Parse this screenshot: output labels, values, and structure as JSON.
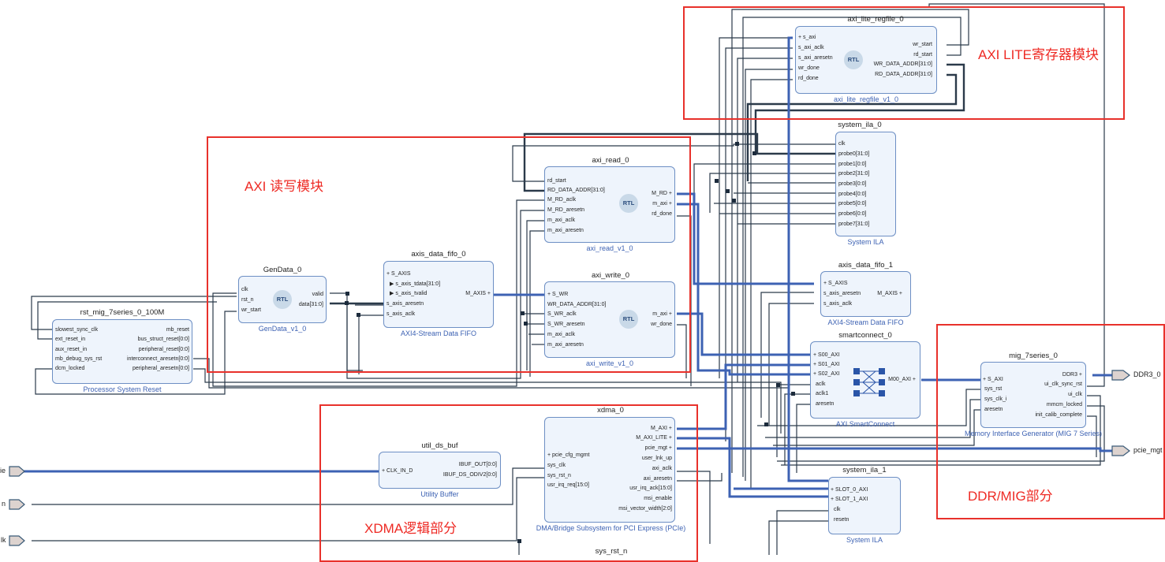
{
  "annotations": {
    "axi_lite": "AXI LITE寄存器模块",
    "axi_rw": "AXI 读写模块",
    "xdma": "XDMA逻辑部分",
    "ddr": "DDR/MIG部分"
  },
  "colors": {
    "annotation": "#e8312b",
    "block_fill": "#eef4fc",
    "block_border": "#6d8fc4",
    "bus": "#3d62b3",
    "net": "#2b3a4a"
  },
  "rtl_badge": "RTL",
  "blocks": {
    "axi_lite_regfile": {
      "name": "axi_lite_regfile_0",
      "ip": "axi_lite_regfile_v1_0",
      "left": [
        "+ s_axi",
        "s_axi_aclk",
        "s_axi_aresetn",
        "wr_done",
        "rd_done"
      ],
      "right": [
        "wr_start",
        "rd_start",
        "WR_DATA_ADDR[31:0]",
        "RD_DATA_ADDR[31:0]"
      ]
    },
    "system_ila_0": {
      "name": "system_ila_0",
      "ip": "System ILA",
      "left": [
        "clk",
        "probe0[31:0]",
        "probe1[0:0]",
        "probe2[31:0]",
        "probe3[0:0]",
        "probe4[0:0]",
        "probe5[0:0]",
        "probe6[0:0]",
        "probe7[31:0]"
      ]
    },
    "axi_read": {
      "name": "axi_read_0",
      "ip": "axi_read_v1_0",
      "left": [
        "rd_start",
        "RD_DATA_ADDR[31:0]",
        "M_RD_aclk",
        "M_RD_aresetn",
        "m_axi_aclk",
        "m_axi_aresetn"
      ],
      "right": [
        "M_RD +",
        "m_axi +",
        "rd_done"
      ]
    },
    "axi_write": {
      "name": "axi_write_0",
      "ip": "axi_write_v1_0",
      "left": [
        "+ S_WR",
        "WR_DATA_ADDR[31:0]",
        "S_WR_aclk",
        "S_WR_aresetn",
        "m_axi_aclk",
        "m_axi_aresetn"
      ],
      "right": [
        "m_axi +",
        "wr_done"
      ]
    },
    "axis_fifo_0": {
      "name": "axis_data_fifo_0",
      "ip": "AXI4-Stream Data FIFO",
      "left": [
        "+ S_AXIS",
        "▶ s_axis_tdata[31:0]",
        "▶ s_axis_tvalid",
        "s_axis_aresetn",
        "s_axis_aclk"
      ],
      "right": [
        "M_AXIS +"
      ]
    },
    "gendata": {
      "name": "GenData_0",
      "ip": "GenData_v1_0",
      "left": [
        "clk",
        "rst_n",
        "wr_start"
      ],
      "right": [
        "valid",
        "data[31:0]"
      ]
    },
    "rst": {
      "name": "rst_mig_7series_0_100M",
      "ip": "Processor System Reset",
      "left": [
        "slowest_sync_clk",
        "ext_reset_in",
        "aux_reset_in",
        "mb_debug_sys_rst",
        "dcm_locked"
      ],
      "right": [
        "mb_reset",
        "bus_struct_reset[0:0]",
        "peripheral_reset[0:0]",
        "interconnect_aresetn[0:0]",
        "peripheral_aresetn[0:0]"
      ]
    },
    "axis_fifo_1": {
      "name": "axis_data_fifo_1",
      "ip": "AXI4-Stream Data FIFO",
      "left": [
        "+ S_AXIS",
        "s_axis_aresetn",
        "s_axis_aclk"
      ],
      "right": [
        "M_AXIS +"
      ]
    },
    "smartconnect": {
      "name": "smartconnect_0",
      "ip": "AXI SmartConnect",
      "left": [
        "+ S00_AXI",
        "+ S01_AXI",
        "+ S02_AXI",
        "aclk",
        "aclk1",
        "aresetn"
      ],
      "right": [
        "M00_AXI +"
      ]
    },
    "mig": {
      "name": "mig_7series_0",
      "ip": "Memory Interface Generator (MIG 7 Series)",
      "left": [
        "+ S_AXI",
        "sys_rst",
        "sys_clk_i",
        "aresetn"
      ],
      "right": [
        "DDR3 +",
        "ui_clk_sync_rst",
        "ui_clk",
        "mmcm_locked",
        "init_calib_complete"
      ]
    },
    "xdma": {
      "name": "xdma_0",
      "ip": "DMA/Bridge Subsystem for PCI Express (PCIe)",
      "left": [
        "+ pcie_cfg_mgmt",
        "sys_clk",
        "sys_rst_n",
        "usr_irq_req[15:0]"
      ],
      "right": [
        "M_AXI +",
        "M_AXI_LITE +",
        "pcie_mgt +",
        "user_lnk_up",
        "axi_aclk",
        "axi_aresetn",
        "usr_irq_ack[15:0]",
        "msi_enable",
        "msi_vector_width[2:0]"
      ]
    },
    "util_ds_buf": {
      "name": "util_ds_buf",
      "ip": "Utility Buffer",
      "left": [
        "+ CLK_IN_D"
      ],
      "right": [
        "IBUF_OUT[0:0]",
        "IBUF_DS_ODIV2[0:0]"
      ]
    },
    "system_ila_1": {
      "name": "system_ila_1",
      "ip": "System ILA",
      "left": [
        "+ SLOT_0_AXI",
        "+ SLOT_1_AXI",
        "clk",
        "resetn"
      ]
    }
  },
  "ports": {
    "ddr3": "DDR3_0",
    "pcie_mgt": "pcie_mgt",
    "left_1": "ie",
    "left_2": "n",
    "left_3": "lk",
    "sys_rst_n": "sys_rst_n"
  }
}
